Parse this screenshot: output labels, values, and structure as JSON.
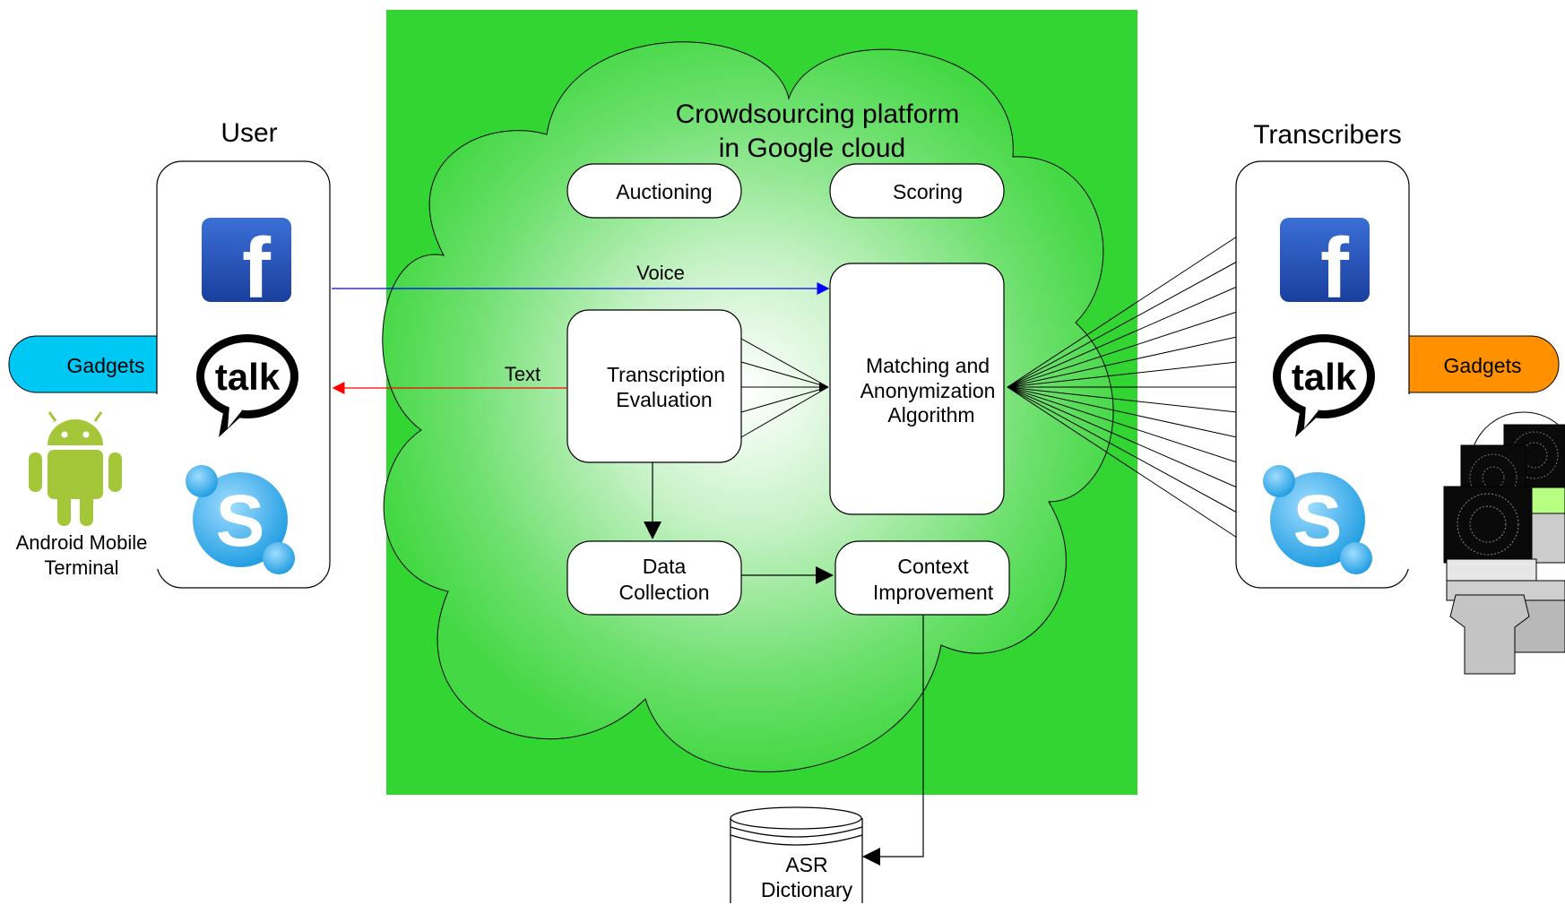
{
  "platform": {
    "title_line1": "Crowdsourcing platform",
    "title_line2": "in Google cloud"
  },
  "user": {
    "title": "User",
    "gadgets_label": "Gadgets",
    "terminal_line1": "Android Mobile",
    "terminal_line2": "Terminal"
  },
  "transcribers": {
    "title": "Transcribers",
    "gadgets_label": "Gadgets"
  },
  "nodes": {
    "auctioning": "Auctioning",
    "scoring": "Scoring",
    "transcription_line1": "Transcription",
    "transcription_line2": "Evaluation",
    "matching_line1": "Matching and",
    "matching_line2": "Anonymization",
    "matching_line3": "Algorithm",
    "data_line1": "Data",
    "data_line2": "Collection",
    "context_line1": "Context",
    "context_line2": "Improvement",
    "asr_line1": "ASR",
    "asr_line2": "Dictionary"
  },
  "edges": {
    "voice_label": "Voice",
    "text_label": "Text"
  },
  "icons": {
    "facebook_glyph": "f",
    "talk_glyph": "talk",
    "skype_glyph": "S"
  },
  "colors": {
    "cloud_bg": "#33d533",
    "voice_line": "#0000ff",
    "text_line": "#ff0000",
    "user_gadgets": "#00c8f5",
    "transcriber_gadgets": "#ff9000",
    "facebook_blue": "#1f4bb5",
    "skype_blue": "#2ab0ee",
    "android_green": "#a4c639"
  }
}
